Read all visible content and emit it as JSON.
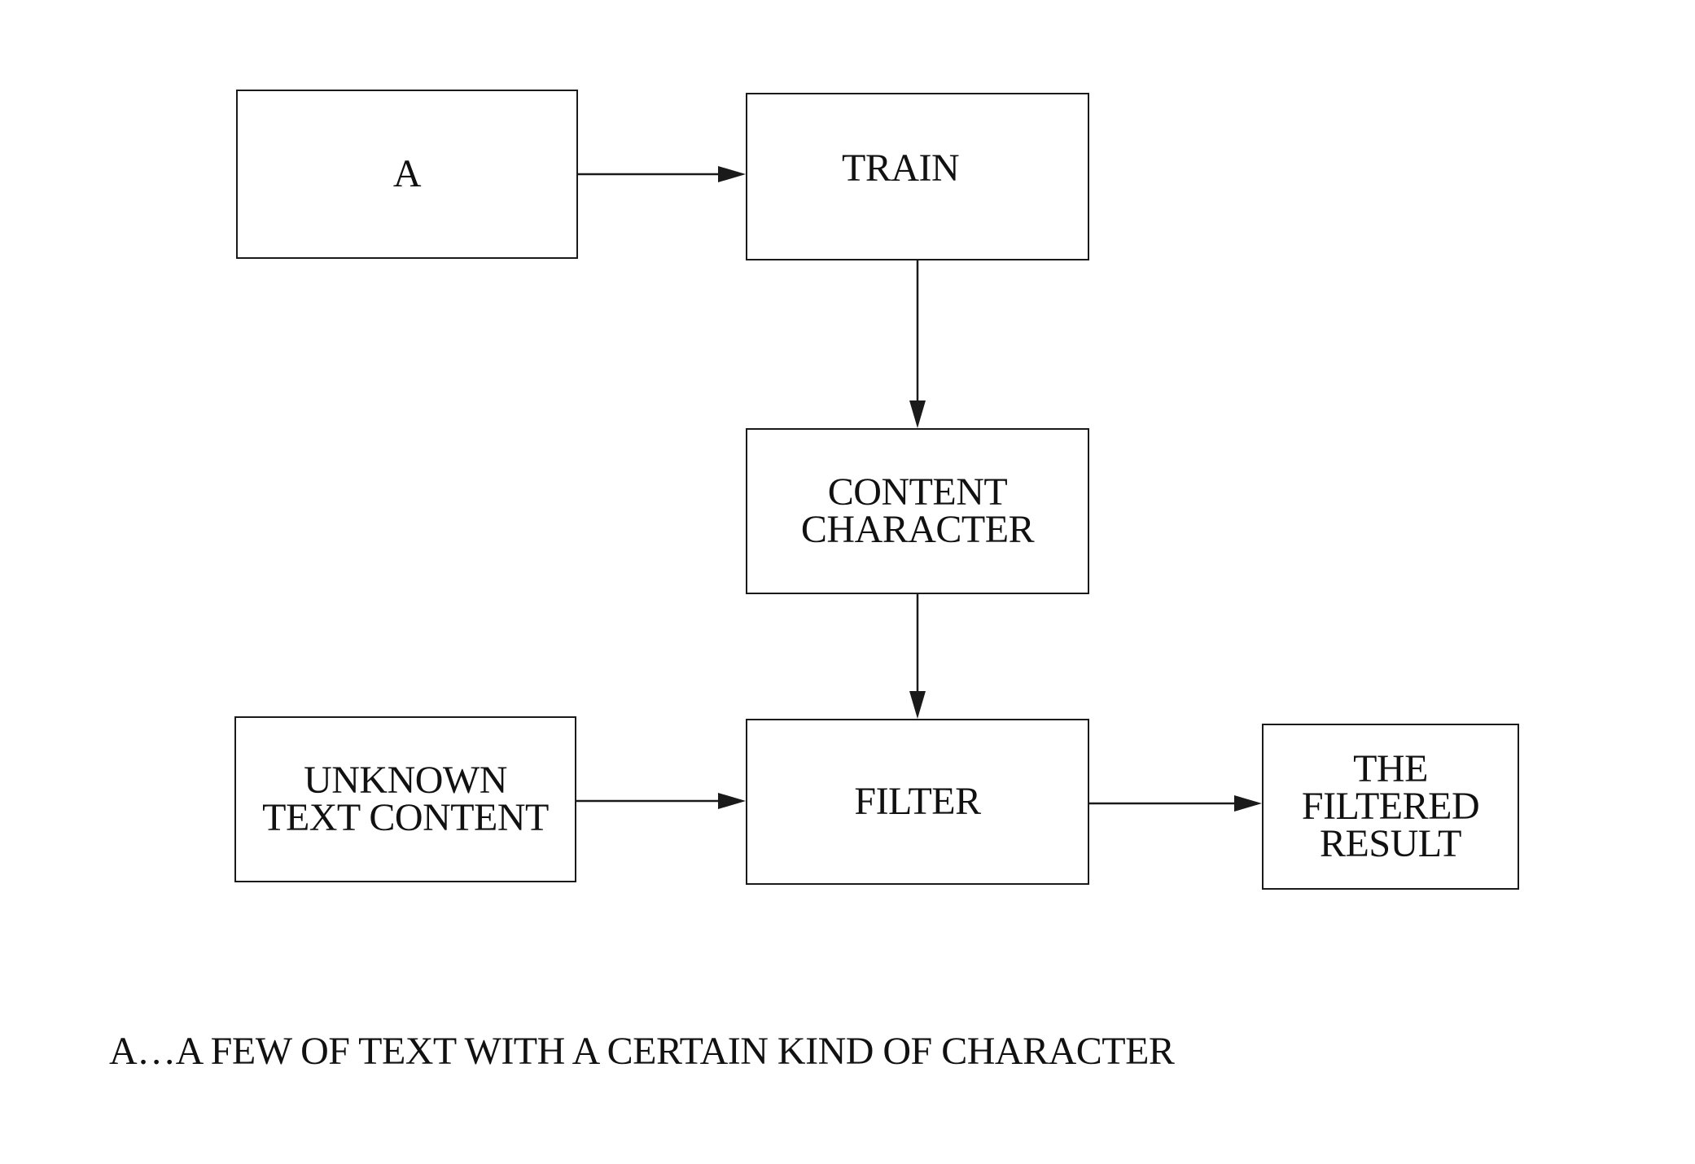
{
  "diagram": {
    "nodes": {
      "a": {
        "lines": [
          "A"
        ]
      },
      "train": {
        "lines": [
          "TRAIN"
        ]
      },
      "content_character": {
        "lines": [
          "CONTENT",
          "CHARACTER"
        ]
      },
      "unknown_text_content": {
        "lines": [
          "UNKNOWN",
          "TEXT CONTENT"
        ]
      },
      "filter": {
        "lines": [
          "FILTER"
        ]
      },
      "filtered_result": {
        "lines": [
          "THE",
          "FILTERED",
          "RESULT"
        ]
      }
    },
    "edges": [
      {
        "from": "a",
        "to": "train"
      },
      {
        "from": "train",
        "to": "content_character"
      },
      {
        "from": "content_character",
        "to": "filter"
      },
      {
        "from": "unknown_text_content",
        "to": "filter"
      },
      {
        "from": "filter",
        "to": "filtered_result"
      }
    ],
    "caption": "A…A FEW OF TEXT WITH A CERTAIN KIND OF CHARACTER"
  }
}
